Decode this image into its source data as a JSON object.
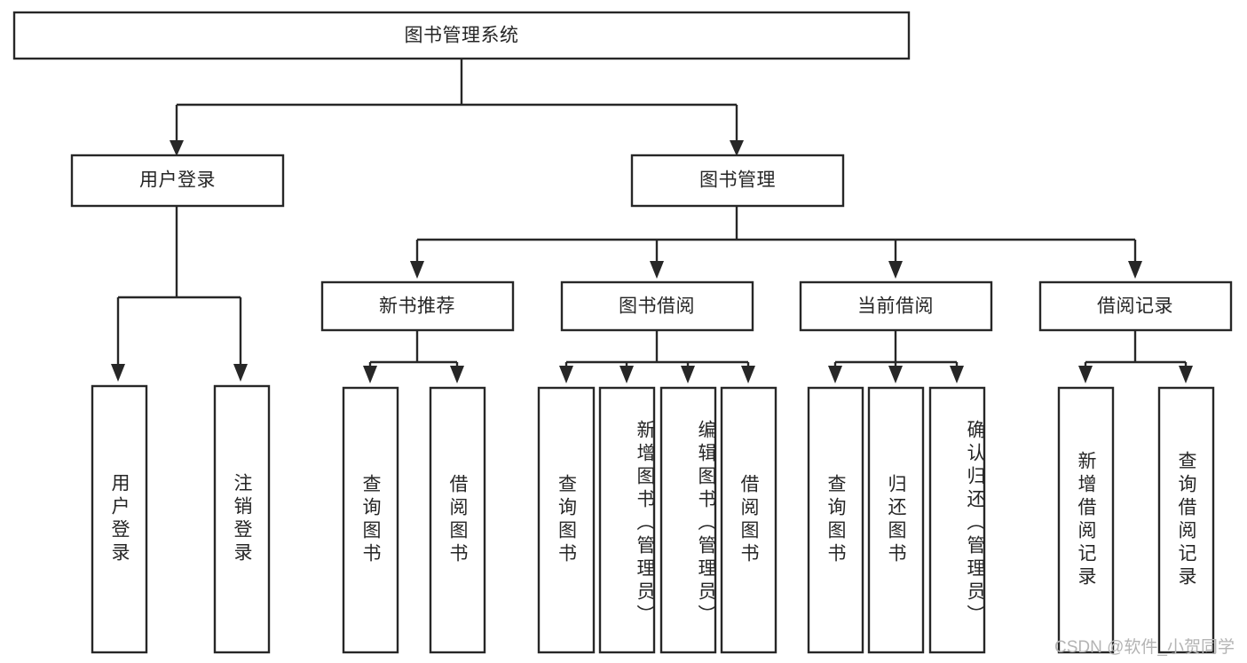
{
  "diagram": {
    "type": "tree",
    "title": "图书管理系统",
    "orientation": "top-down",
    "colors": {
      "box_fill": "#ffffff",
      "box_stroke": "#272727",
      "text": "#262626",
      "edge": "#272727",
      "background": "#ffffff",
      "watermark": "#b4b4b4"
    },
    "root": {
      "id": "root",
      "label": "图书管理系统"
    },
    "level2": [
      {
        "id": "user-login",
        "label": "用户登录"
      },
      {
        "id": "book-manage",
        "label": "图书管理"
      }
    ],
    "level3": [
      {
        "id": "new-book-recommend",
        "label": "新书推荐",
        "parent": "book-manage"
      },
      {
        "id": "book-borrow",
        "label": "图书借阅",
        "parent": "book-manage"
      },
      {
        "id": "current-borrow",
        "label": "当前借阅",
        "parent": "book-manage"
      },
      {
        "id": "borrow-record",
        "label": "借阅记录",
        "parent": "book-manage"
      }
    ],
    "leaves": [
      {
        "id": "leaf-user-login",
        "label": "用户登录",
        "parent": "user-login"
      },
      {
        "id": "leaf-user-logout",
        "label": "注销登录",
        "parent": "user-login"
      },
      {
        "id": "leaf-query-book-1",
        "label": "查询图书",
        "parent": "new-book-recommend"
      },
      {
        "id": "leaf-borrow-book-1",
        "label": "借阅图书",
        "parent": "new-book-recommend"
      },
      {
        "id": "leaf-query-book-2",
        "label": "查询图书",
        "parent": "book-borrow"
      },
      {
        "id": "leaf-add-book",
        "label": "新增图书（管理员）",
        "parent": "book-borrow"
      },
      {
        "id": "leaf-edit-book",
        "label": "编辑图书（管理员）",
        "parent": "book-borrow"
      },
      {
        "id": "leaf-borrow-book-2",
        "label": "借阅图书",
        "parent": "book-borrow"
      },
      {
        "id": "leaf-query-book-3",
        "label": "查询图书",
        "parent": "current-borrow"
      },
      {
        "id": "leaf-return-book",
        "label": "归还图书",
        "parent": "current-borrow"
      },
      {
        "id": "leaf-confirm-return",
        "label": "确认归还（管理员）",
        "parent": "current-borrow"
      },
      {
        "id": "leaf-add-record",
        "label": "新增借阅记录",
        "parent": "borrow-record"
      },
      {
        "id": "leaf-query-record",
        "label": "查询借阅记录",
        "parent": "borrow-record"
      }
    ]
  },
  "watermark": {
    "text": "CSDN @软件_小贺同学"
  }
}
